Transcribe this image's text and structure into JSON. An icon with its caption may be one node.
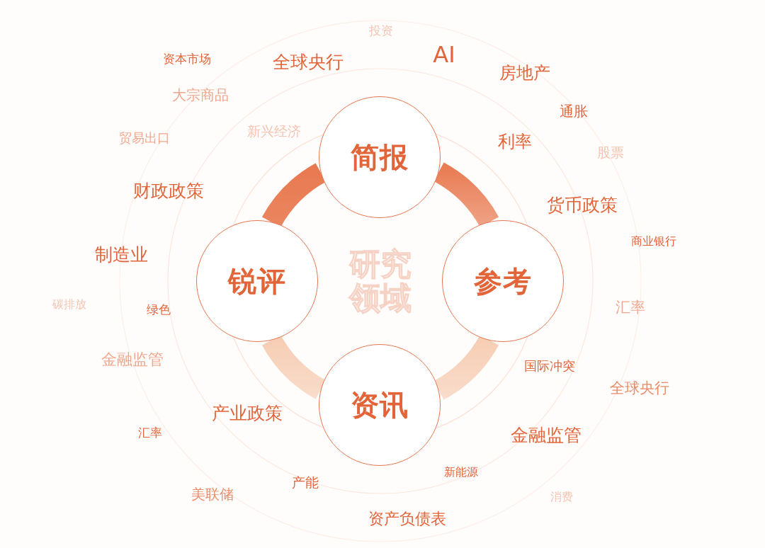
{
  "diagram": {
    "nodes": [
      {
        "text": [
          "简报"
        ]
      },
      {
        "text": [
          "锐评"
        ]
      },
      {
        "text": [
          "参考"
        ]
      },
      {
        "text": [
          "资讯"
        ]
      }
    ],
    "edges": [
      {
        "from": 1,
        "to": 0,
        "arrow": "none",
        "style": "thick",
        "color": "#e8784e"
      },
      {
        "from": 0,
        "to": 2,
        "arrow": "none",
        "style": "thick",
        "color": "#e8784e"
      },
      {
        "from": 2,
        "to": 3,
        "arrow": "none",
        "style": "thick",
        "color": "#f6cbb0"
      },
      {
        "from": 3,
        "to": 1,
        "arrow": "none",
        "style": "thick",
        "color": "#f6cbb0"
      }
    ],
    "labels": [
      "投资",
      "AI",
      "资本市场",
      "全球央行",
      "房地产",
      "大宗商品",
      "通胀",
      "新兴经济",
      "贸易出口",
      "利率",
      "股票",
      "财政政策",
      "货币政策",
      "商业银行",
      "制造业",
      "研究领域",
      "碳排放",
      "绿色",
      "汇率",
      "金融监管",
      "国际冲突",
      "全球央行",
      "产业政策",
      "汇率",
      "金融监管",
      "新能源",
      "产能",
      "美联储",
      "消费",
      "资产负债表"
    ]
  }
}
